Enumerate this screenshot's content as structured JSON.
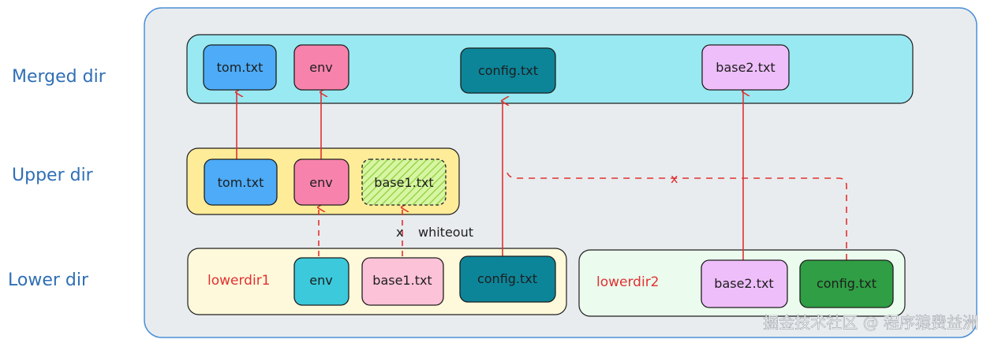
{
  "labels": {
    "merged": "Merged dir",
    "upper": "Upper dir",
    "lower": "Lower dir"
  },
  "merged": {
    "tom": "tom.txt",
    "env": "env",
    "config": "config.txt",
    "base2": "base2.txt"
  },
  "upper": {
    "tom": "tom.txt",
    "env": "env",
    "base1": "base1.txt"
  },
  "lower1": {
    "name": "lowerdir1",
    "env": "env",
    "base1": "base1.txt",
    "config": "config.txt"
  },
  "lower2": {
    "name": "lowerdir2",
    "base2": "base2.txt",
    "config": "config.txt"
  },
  "annotations": {
    "whiteout_x": "x",
    "whiteout": "whiteout",
    "blocked_x": "x"
  },
  "watermark": "掘金技术社区 @ 程序猿费益洲",
  "colors": {
    "outer_bg": "#e9ecef",
    "outer_border": "#4a90d9",
    "merged_bg": "#99e9f2",
    "upper_bg": "#ffec99",
    "lower1_bg": "#fff9db",
    "lower2_bg": "#ebfbee",
    "blue_file": "#4dabf7",
    "pink_file": "#f783ac",
    "teal_file": "#0c8599",
    "purple_file": "#eebefa",
    "green_file": "#2f9e44",
    "cyan_file": "#3bc9db",
    "light_pink_file": "#fcc2d7",
    "whiteout_file": "#d8f5a2",
    "arrow": "#e03131"
  }
}
